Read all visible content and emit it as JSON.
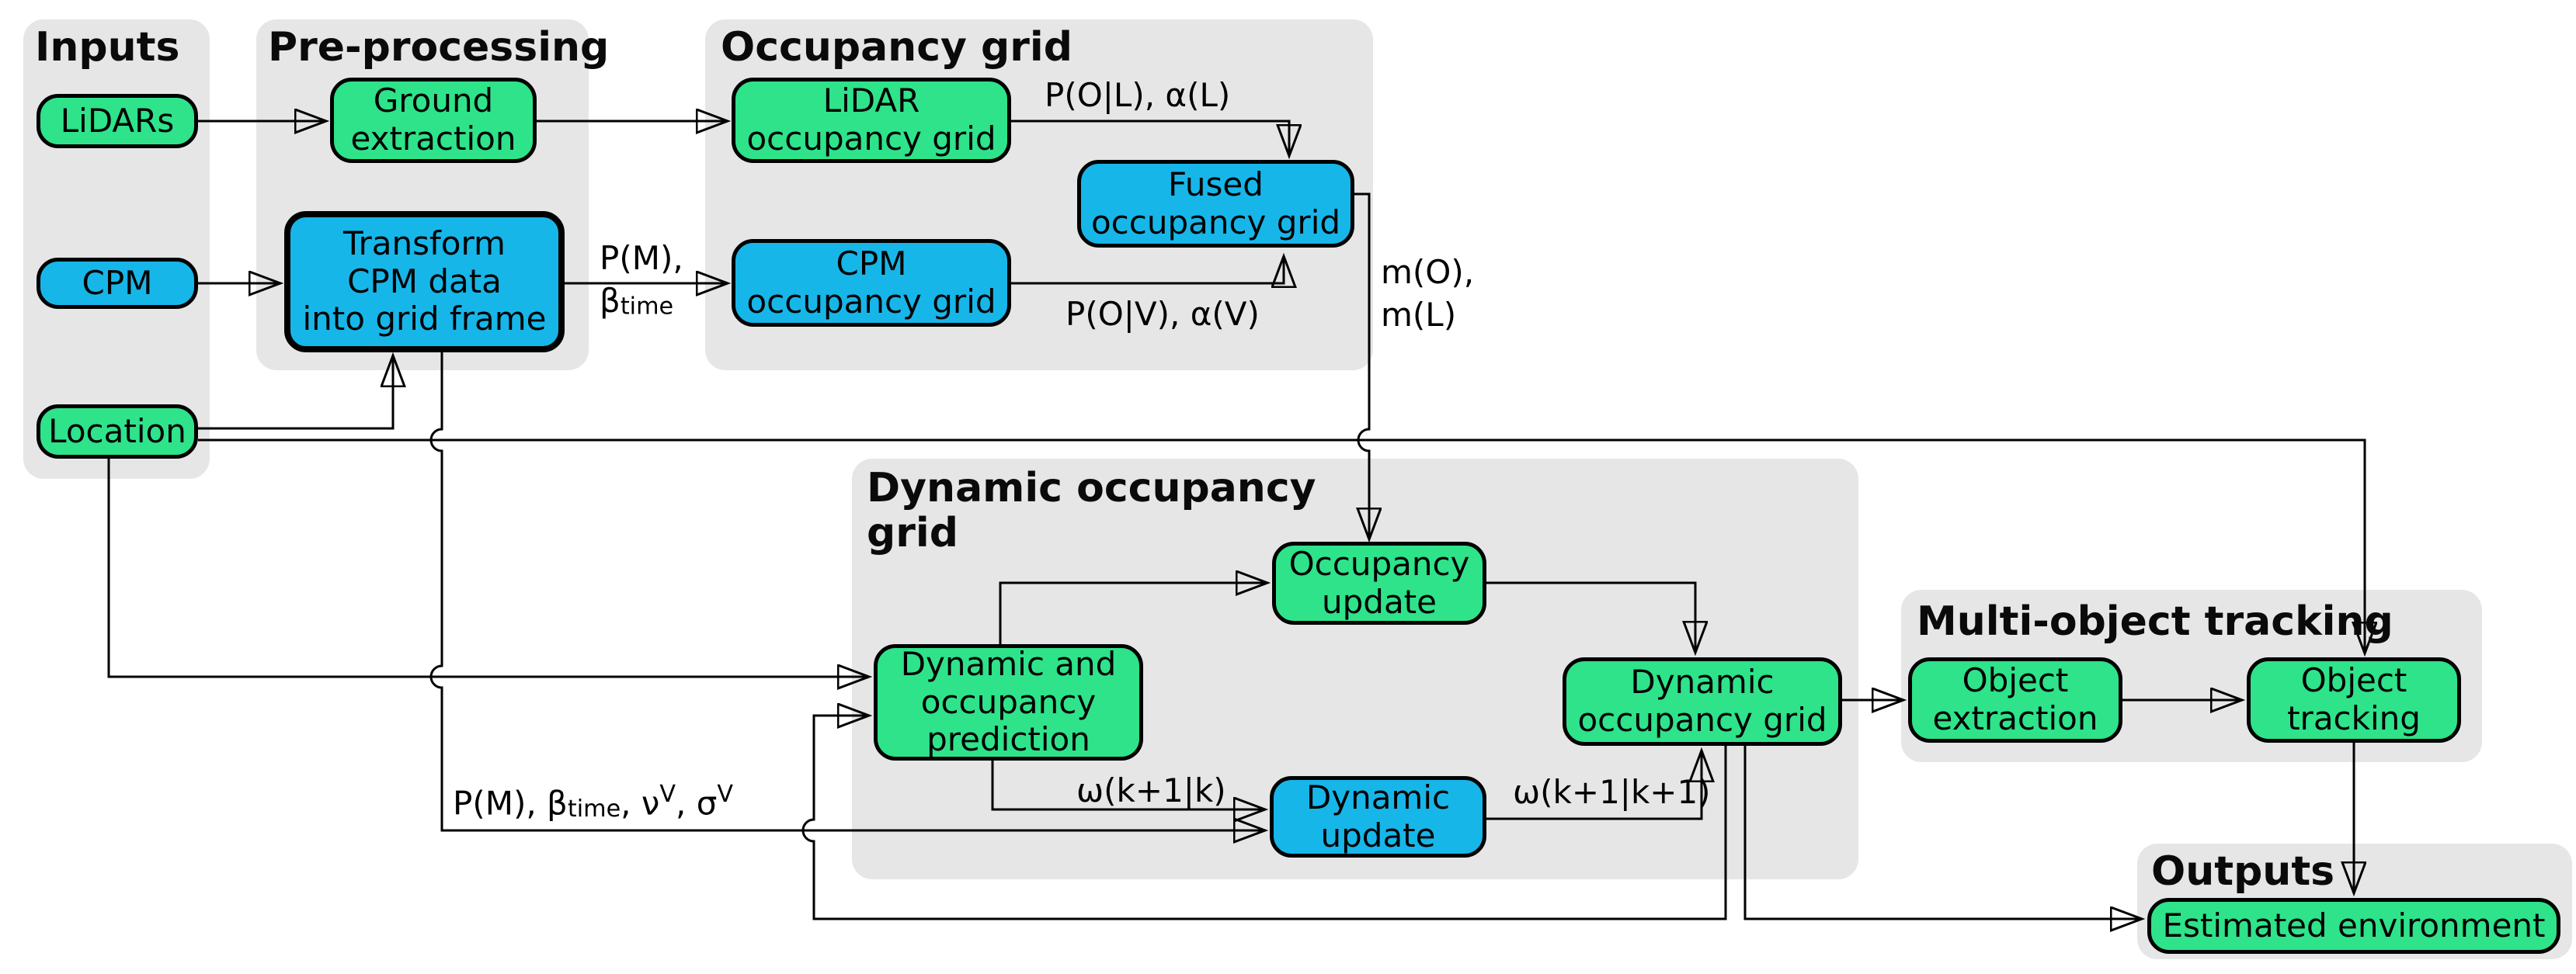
{
  "diagram": {
    "groups": {
      "inputs": {
        "title": "Inputs"
      },
      "preprocessing": {
        "title": "Pre-processing"
      },
      "occupancy": {
        "title": "Occupancy grid"
      },
      "dynamic": {
        "title": "Dynamic occupancy\ngrid"
      },
      "tracking": {
        "title": "Multi-object tracking"
      },
      "outputs": {
        "title": "Outputs"
      }
    },
    "nodes": {
      "lidars": {
        "label": "LiDARs"
      },
      "cpm": {
        "label": "CPM"
      },
      "location": {
        "label": "Location"
      },
      "ground": {
        "label": "Ground\nextraction"
      },
      "transform": {
        "label": "Transform\nCPM data\ninto grid frame"
      },
      "lidar_og": {
        "label": "LiDAR\noccupancy grid"
      },
      "cpm_og": {
        "label": "CPM\noccupancy grid"
      },
      "fused_og": {
        "label": "Fused\noccupancy grid"
      },
      "occ_update": {
        "label": "Occupancy\nupdate"
      },
      "prediction": {
        "label": "Dynamic and\noccupancy\nprediction"
      },
      "dyn_update": {
        "label": "Dynamic\nupdate"
      },
      "dyn_og": {
        "label": "Dynamic\noccupancy grid"
      },
      "obj_extract": {
        "label": "Object\nextraction"
      },
      "obj_track": {
        "label": "Object\ntracking"
      },
      "est_env": {
        "label": "Estimated environment"
      }
    },
    "edge_labels": {
      "pol": "P(O|L), α(L)",
      "pov": "P(O|V), α(V)",
      "pm_line1": "P(M),",
      "beta": "β",
      "beta_sub": "time",
      "m_line1": "m(O),",
      "m_line2": "m(L)",
      "omega_pred": "ω(k+1|k)",
      "omega_upd": "ω(k+1|k+1)",
      "params_p": "P(M), ",
      "params_beta": "β",
      "params_beta_sub": "time",
      "params_comma1": ", ",
      "params_nu": "ν",
      "params_nu_sup": "V",
      "params_comma2": ", ",
      "params_sigma": "σ",
      "params_sigma_sup": "V"
    },
    "colors": {
      "node_green": "#2ee38a",
      "node_blue": "#17b6e9",
      "group_background": "#e6e6e6",
      "line": "#000000"
    }
  }
}
